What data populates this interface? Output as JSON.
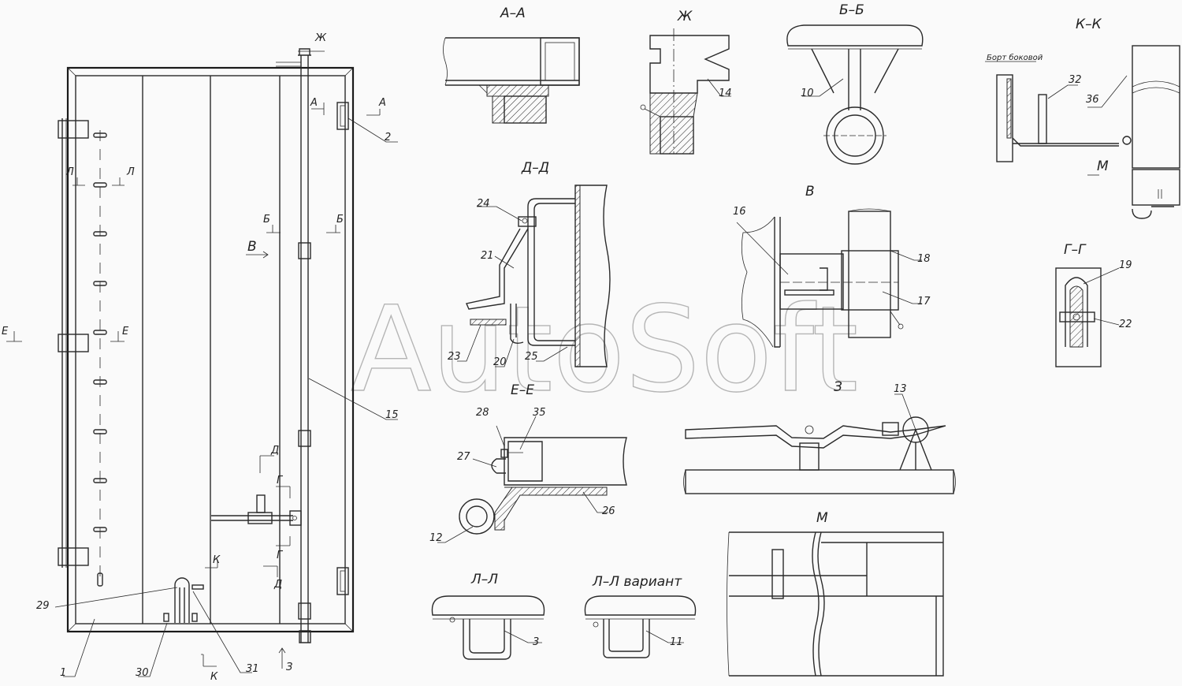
{
  "watermark": "AutoSoft",
  "section_titles": {
    "aa": "А–А",
    "zh": "Ж",
    "bb": "Б–Б",
    "kk": "К–К",
    "dd": "Д–Д",
    "v": "В",
    "gg": "Г–Г",
    "ee": "Е–Е",
    "z": "З",
    "m": "М",
    "ll": "Л–Л",
    "ll_variant": "Л–Л вариант"
  },
  "cut_marks": {
    "zh": "Ж",
    "a": "А",
    "l": "Л",
    "b": "Б",
    "v": "В",
    "e": "Е",
    "d": "Д",
    "g": "Г",
    "k": "К",
    "z": "З",
    "m": "М"
  },
  "callouts": {
    "n1": "1",
    "n2": "2",
    "n3": "3",
    "n10": "10",
    "n11": "11",
    "n12": "12",
    "n13": "13",
    "n14": "14",
    "n15": "15",
    "n16": "16",
    "n17": "17",
    "n18": "18",
    "n19": "19",
    "n20": "20",
    "n21": "21",
    "n22": "22",
    "n23": "23",
    "n24": "24",
    "n25": "25",
    "n26": "26",
    "n27": "27",
    "n28": "28",
    "n29": "29",
    "n30": "30",
    "n31": "31",
    "n32": "32",
    "n35": "35",
    "n36": "36"
  },
  "notes": {
    "bort": "Борт боковой"
  }
}
